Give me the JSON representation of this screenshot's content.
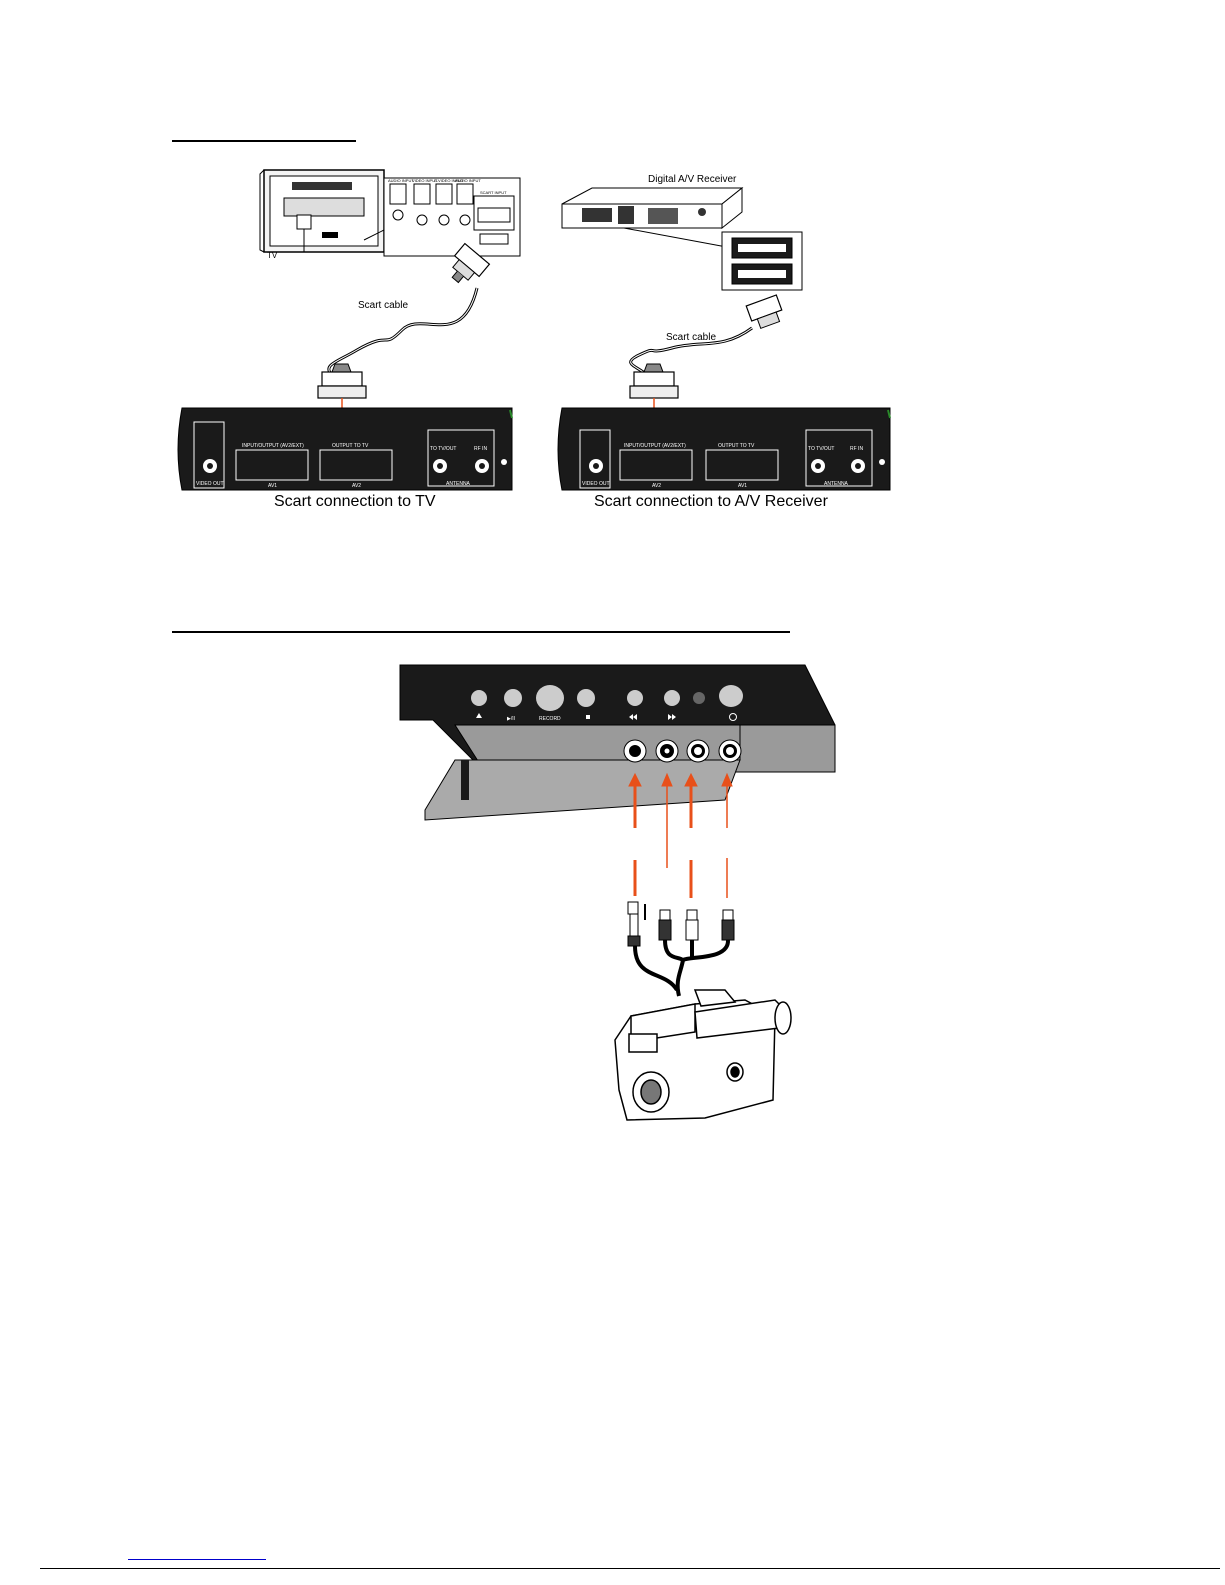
{
  "section1": {
    "tv_label": "TV",
    "tv_panel_labels": [
      "AUDIO INPUT",
      "VIDEO INPUT",
      "S-VIDEO INPUT",
      "AUDIO INPUT",
      "SCART INPUT"
    ],
    "receiver_label": "Digital A/V Receiver",
    "scart_cable_label_left": "Scart cable",
    "scart_cable_label_right": "Scart cable",
    "caption_left": "Scart connection to TV",
    "caption_right": "Scart connection to A/V Receiver",
    "rear_panel": {
      "scart1": "INPUT/OUTPUT (AV2/EXT)",
      "scart2": "OUTPUT TO TV",
      "av1": "AV1",
      "av2": "AV2",
      "antenna": "ANTENNA",
      "rf_out": "TO TV/OUT",
      "rf_in": "RF IN",
      "video_out": "VIDEO OUT"
    }
  },
  "section2": {
    "front_panel": {
      "record": "RECORD",
      "play_pause": "▶/II"
    }
  },
  "colors": {
    "arrow": "#e8501a",
    "panel": "#1a1a1a",
    "accent_green": "#2a8a2a"
  }
}
